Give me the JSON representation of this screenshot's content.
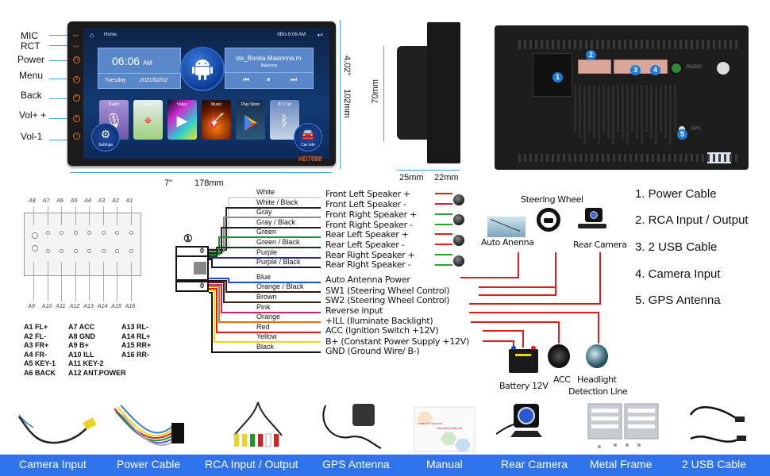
{
  "front_panel": {
    "side_labels": [
      "MIC",
      "RCT",
      "Power",
      "Menu",
      "Back",
      "Vol+ +",
      "Vol-1"
    ],
    "led_labels": [
      "MIC",
      "RST"
    ],
    "screen": {
      "status_left": "Home",
      "status_right": "0B/s  6:06 AM",
      "clock_time": "06:06",
      "clock_ampm": "AM",
      "day": "Tuesday",
      "date": "2021/02/02",
      "song": "sla_Bonita-Madonna.m",
      "artist": "Madonna",
      "apps": [
        "Radio",
        "Navi",
        "Video",
        "Music",
        "Play Store",
        "BT Call"
      ],
      "settings_label": "Settings",
      "car_info_label": "Car Info"
    },
    "model": "HD7088",
    "width_inch": "7\"",
    "width_mm": "178mm",
    "height_inch": "4.02\"",
    "height_mm": "102mm"
  },
  "side_view": {
    "height_mm": "70mm",
    "depth_back": "25mm",
    "depth_front": "22mm"
  },
  "rear_view": {
    "badges": [
      "1",
      "2",
      "3",
      "4",
      "5"
    ],
    "radio_label": "RADIO",
    "gps_label": "GPS"
  },
  "pin_diagram": {
    "top_pins": [
      "A8",
      "A7",
      "A6",
      "A5",
      "A4",
      "A3",
      "A2",
      "A1"
    ],
    "bottom_pins": [
      "A9",
      "A10",
      "A11",
      "A12",
      "A13",
      "A14",
      "A15",
      "A16"
    ],
    "legend_columns": [
      [
        "A1 FL+",
        "A2 FL-",
        "A3 FR+",
        "A4 FR-",
        "A5 KEY-1",
        "A6 BACK"
      ],
      [
        "A7 ACC",
        "A8 GND",
        "A9 B+",
        "A10 ILL",
        "A11 KEY-2",
        "A12 ANT.POWER"
      ],
      [
        "A13 RL-",
        "A14 RL+",
        "A15 RR+",
        "A16 RR-"
      ]
    ]
  },
  "harness": {
    "connector_marker": "①",
    "wires": [
      {
        "name": "White",
        "function": "Front Left Speaker +",
        "color": "#d8d8d8"
      },
      {
        "name": "White / Black",
        "function": "Front Left Speaker -",
        "color": "#222222"
      },
      {
        "name": "Gray",
        "function": "Front Right Speaker +",
        "color": "#8a8a8a"
      },
      {
        "name": "Gray / Black",
        "function": "Front Right Speaker -",
        "color": "#222222"
      },
      {
        "name": "Green",
        "function": "Rear Left Speaker +",
        "color": "#1a9a2a"
      },
      {
        "name": "Green / Black",
        "function": "Rear Left Speaker -",
        "color": "#0e3b14"
      },
      {
        "name": "Purple",
        "function": "Rear Right Speaker +",
        "color": "#2a2a8a"
      },
      {
        "name": "Purple / Black",
        "function": "Rear Right Speaker -",
        "color": "#111133"
      },
      {
        "name": "Blue",
        "function": "Auto Antenna Power",
        "color": "#1f4fd0"
      },
      {
        "name": "Orange / Black",
        "function": "SW1 (Steering Wheel Control)",
        "color": "#2a1a0a"
      },
      {
        "name": "Brown",
        "function": "SW2 (Steering Wheel Control)",
        "color": "#3b2410"
      },
      {
        "name": "Pink",
        "function": "Reverse input",
        "color": "#d0207a"
      },
      {
        "name": "Orange",
        "function": "+ILL (Iluminate Backlight)",
        "color": "#f26b0f"
      },
      {
        "name": "Red",
        "function": "ACC (Ignition Switch +12V)",
        "color": "#e01818"
      },
      {
        "name": "Yellow",
        "function": "B+ (Constant Power Supply +12V)",
        "color": "#f3d800"
      },
      {
        "name": "Black",
        "function": "GND (Ground Wire/ B-)",
        "color": "#111111"
      }
    ]
  },
  "devices": {
    "steering_wheel": "Steering Wheel",
    "auto_antenna": "Auto Anenna",
    "rear_camera": "Rear Camera",
    "battery": "Battery 12V",
    "acc": "ACC",
    "headlight_1": "Headlight",
    "headlight_2": "Detection Line"
  },
  "port_list": [
    "1. Power Cable",
    "2. RCA Input / Output",
    "3. 2 USB Cable",
    "4. Camera Input",
    "5. GPS Antenna"
  ],
  "accessories": [
    "Camera Input",
    "Power Cable",
    "RCA Input / Output",
    "GPS Antenna",
    "Manual",
    "Rear Camera",
    "Metal Frame",
    "2 USB Cable"
  ],
  "colors": {
    "accent_blue": "#2f73ea",
    "dimension_blue": "#4aa3e0",
    "signal_red": "#e21b1b",
    "model_orange": "#e2651a"
  }
}
